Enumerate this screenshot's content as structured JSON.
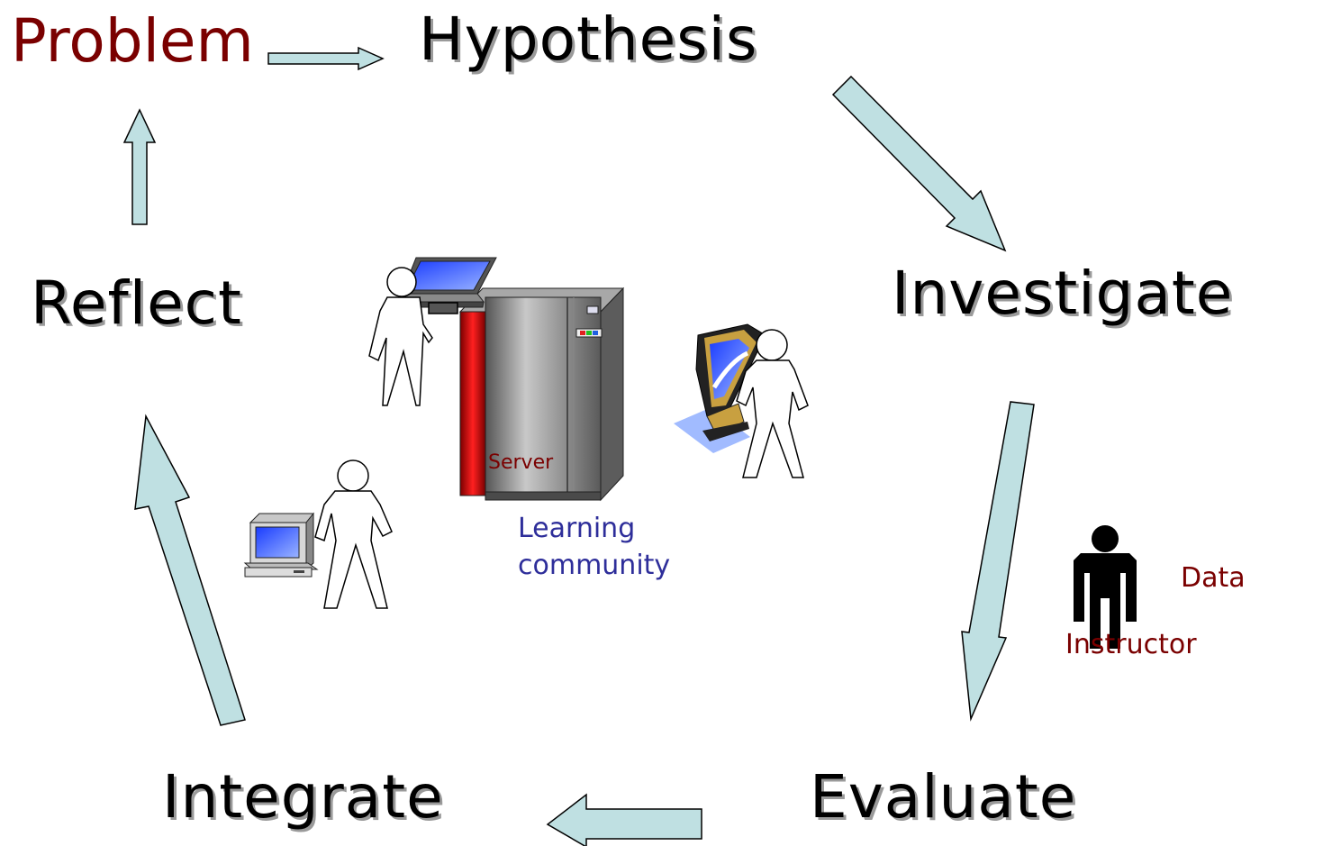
{
  "cycle": {
    "problem": "Problem",
    "hypothesis": "Hypothesis",
    "investigate": "Investigate",
    "evaluate": "Evaluate",
    "integrate": "Integrate",
    "reflect": "Reflect"
  },
  "center": {
    "server": "Server",
    "community": "Learning\ncommunity"
  },
  "side": {
    "data": "Data",
    "instructor": "Instructor"
  },
  "colors": {
    "arrow_fill": "#bfe0e2",
    "problem_text": "#7a0000",
    "community_text": "#2e2e9a"
  }
}
